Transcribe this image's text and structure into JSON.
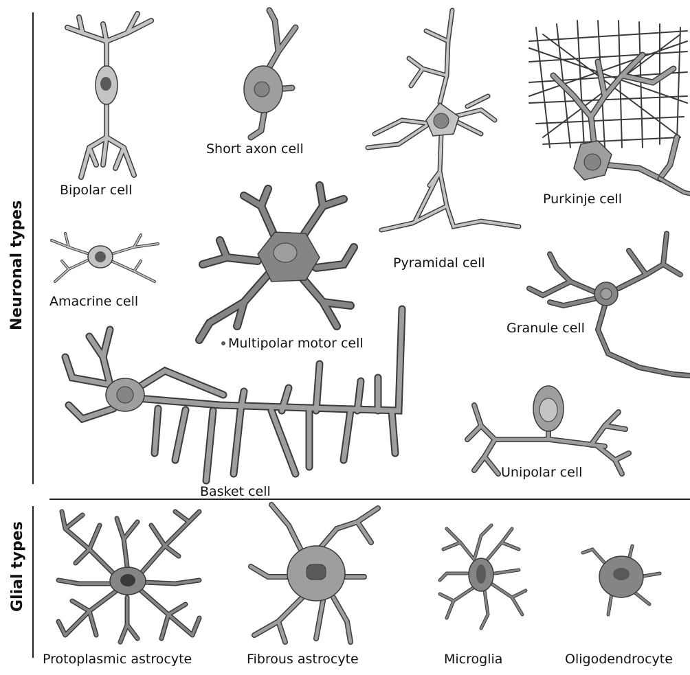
{
  "sections": {
    "neuronal": "Neuronal types",
    "glial": "Glial types"
  },
  "neurons": {
    "bipolar": "Bipolar cell",
    "short_axon": "Short axon cell",
    "pyramidal": "Pyramidal cell",
    "purkinje": "Purkinje cell",
    "amacrine": "Amacrine cell",
    "multipolar_motor": "Multipolar motor cell",
    "granule": "Granule cell",
    "basket": "Basket cell",
    "unipolar": "Unipolar cell"
  },
  "glia": {
    "protoplasmic_astrocyte": "Protoplasmic astrocyte",
    "fibrous_astrocyte": "Fibrous astrocyte",
    "microglia": "Microglia",
    "oligodendrocyte": "Oligodendrocyte"
  },
  "colors": {
    "light_fill": "#c4c4c4",
    "mid_fill": "#9e9e9e",
    "dark_fill": "#858585",
    "nucleus": "#5a5a5a",
    "outline": "#3a3a3a",
    "text": "#111111"
  }
}
